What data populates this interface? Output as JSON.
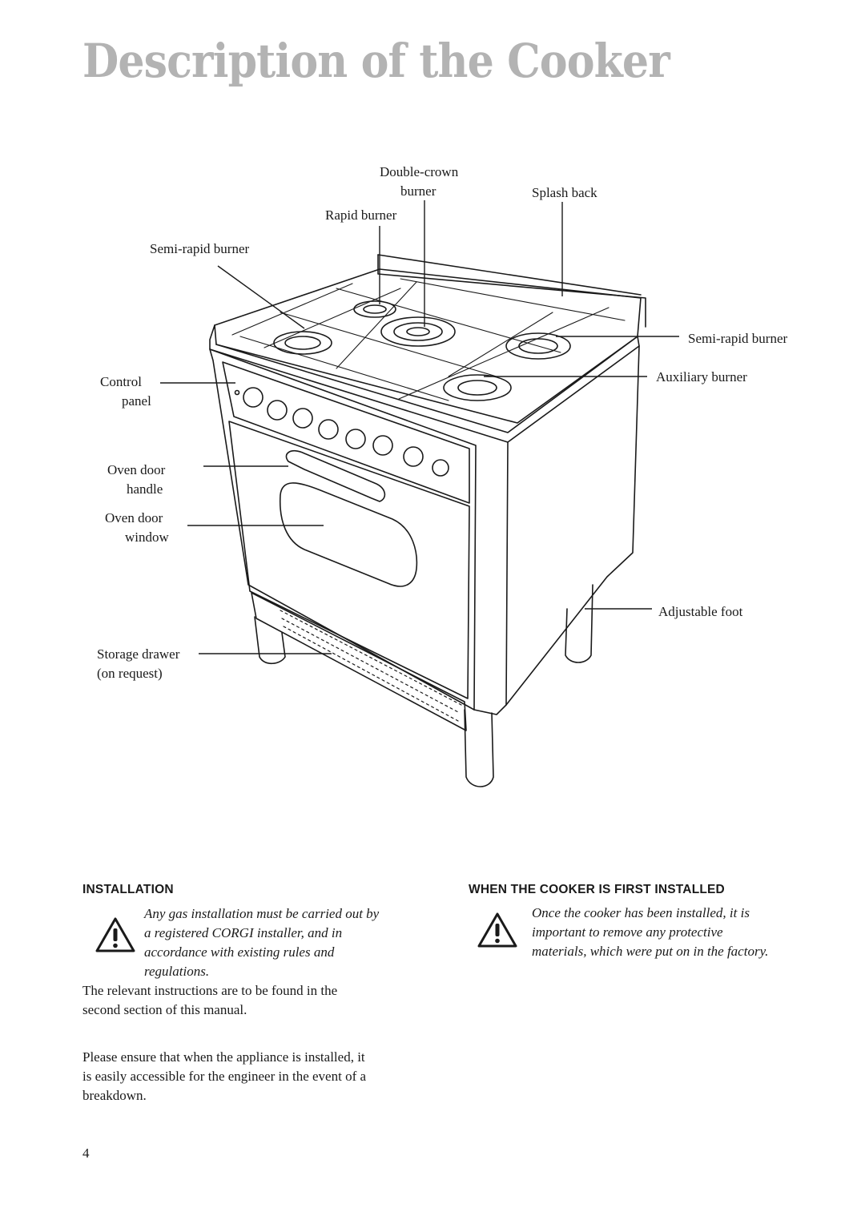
{
  "page": {
    "title": "Description of the Cooker",
    "page_number": "4"
  },
  "diagram_labels": {
    "double_crown_1": "Double-crown",
    "double_crown_2": "burner",
    "splash_back": "Splash back",
    "rapid": "Rapid burner",
    "semi_rapid_left": "Semi-rapid burner",
    "semi_rapid_right": "Semi-rapid burner",
    "auxiliary": "Auxiliary burner",
    "control_1": "Control",
    "control_2": "panel",
    "door_handle_1": "Oven door",
    "door_handle_2": "handle",
    "door_window_1": "Oven door",
    "door_window_2": "window",
    "adjustable_foot": "Adjustable foot",
    "storage_1": "Storage drawer",
    "storage_2": "(on request)"
  },
  "installation": {
    "heading": "INSTALLATION",
    "warning_lines": [
      "Any gas installation must be carried out by",
      "a registered CORGI installer, and in",
      "accordance with existing rules and",
      "regulations."
    ],
    "para1_lines": [
      "The relevant instructions are to be found in the",
      "second section of this manual."
    ],
    "para2_lines": [
      "Please ensure that when the appliance is installed, it",
      "is easily accessible for the engineer in the event of a",
      "breakdown."
    ]
  },
  "first_installed": {
    "heading": "WHEN THE COOKER IS FIRST INSTALLED",
    "warning_lines": [
      "Once the cooker has been installed, it is",
      "important to remove any protective",
      "materials, which were put on in the factory."
    ]
  },
  "icons": {
    "warning": "warning-triangle-icon"
  }
}
